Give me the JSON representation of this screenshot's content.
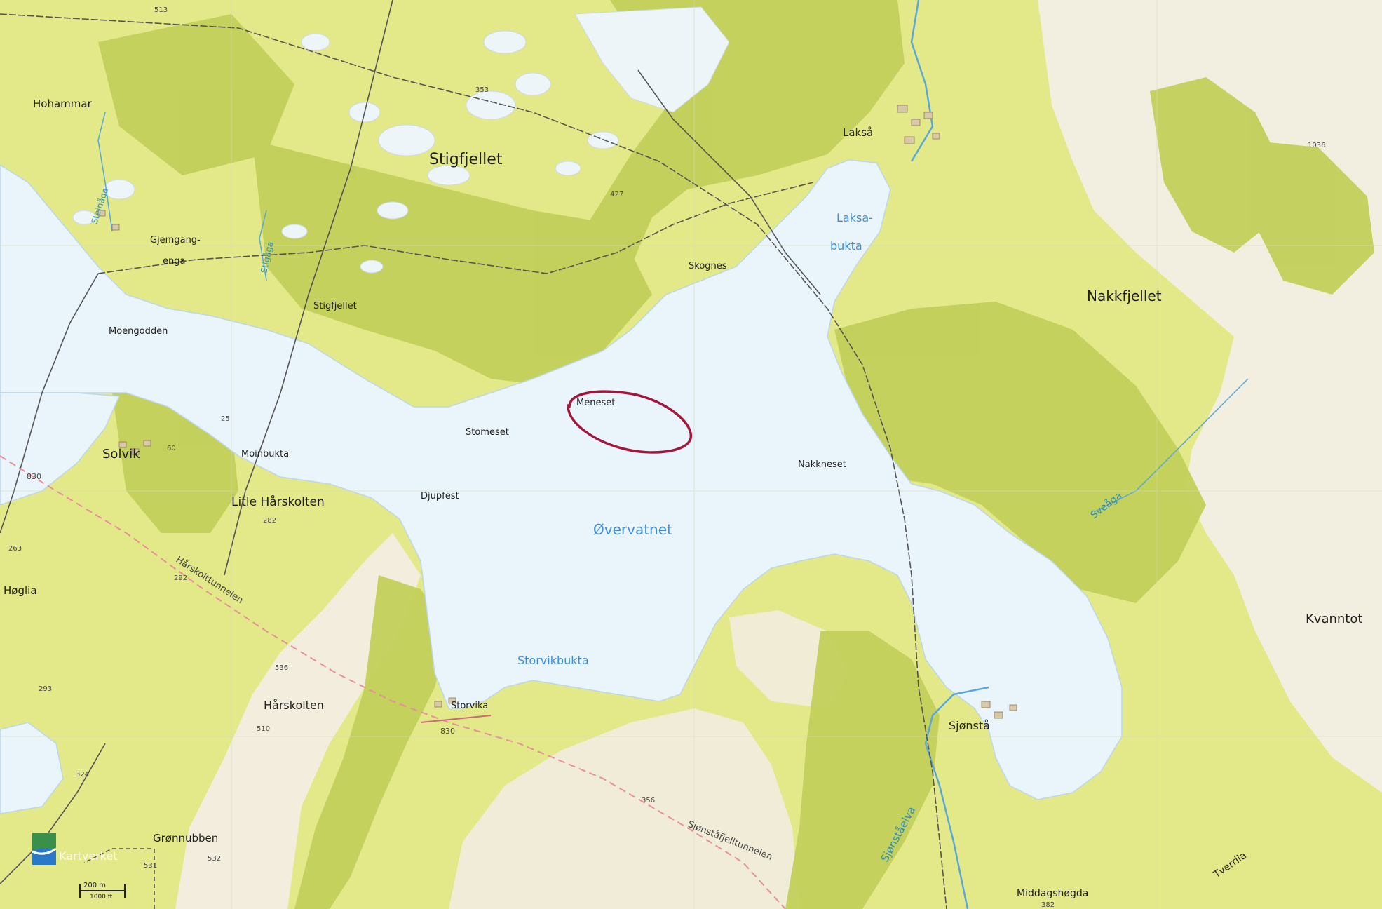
{
  "map": {
    "labels": {
      "hohammar": "Hohammar",
      "stigfjellet_main": "Stigfjellet",
      "stigfjellet_small": "Stigfjellet",
      "laksa": "Lakså",
      "laksabukta_1": "Laksa-",
      "laksabukta_2": "bukta",
      "gjemgang_1": "Gjemgang-",
      "gjemgang_2": "enga",
      "skognes": "Skognes",
      "nakkfjellet": "Nakkfjellet",
      "moengodden": "Moengodden",
      "meneset": "Meneset",
      "stomeset": "Stomeset",
      "nakkneset": "Nakkneset",
      "solvik": "Solvik",
      "moinbukta": "Moinbukta",
      "litle_harskolten": "Litle Hårskolten",
      "djupfest": "Djupfest",
      "overvatnet": "Øvervatnet",
      "hoglia": "Høglia",
      "harskolttunnelen": "Hårskolttunnelen",
      "kvanntot": "Kvanntot",
      "storvikbukta": "Storvikbukta",
      "storvika": "Storvika",
      "harskolten": "Hårskolten",
      "sjonsta": "Sjønstå",
      "sjonstaelva": "Sjønståelva",
      "grønnubben": "Grønnubben",
      "sjonstafjelltunnelen": "Sjønståfjelltunnelen",
      "middagshogda": "Middagshøgda",
      "tverrlia": "Tverrlia",
      "steinaga": "Steinåga",
      "stigaga": "Stigåga",
      "sveaga": "Sveåga",
      "kartverket": "Kartverket"
    },
    "elevations": {
      "e513": "513",
      "e353": "353",
      "e427": "427",
      "e1036": "1036",
      "e25": "25",
      "e60": "60",
      "e282": "282",
      "e292": "292",
      "e263": "263",
      "e293": "293",
      "e536": "536",
      "e510": "510",
      "e324": "324",
      "e531": "531",
      "e532": "532",
      "e356": "356",
      "e382": "382"
    },
    "roads": {
      "r830_west": "830",
      "r830_south": "830"
    },
    "scale_bar": {
      "metric": "200 m",
      "imperial": "1000 ft"
    },
    "colors": {
      "water": "#eaf4fb",
      "land_yellow": "#e3e988",
      "land_green": "#c8d560",
      "relief_dark": "#a9bb3d",
      "bare_mountain": "#f3efe0",
      "power_line": "#555555",
      "tunnel": "#e8909a",
      "annotation": "#a3163a"
    }
  }
}
